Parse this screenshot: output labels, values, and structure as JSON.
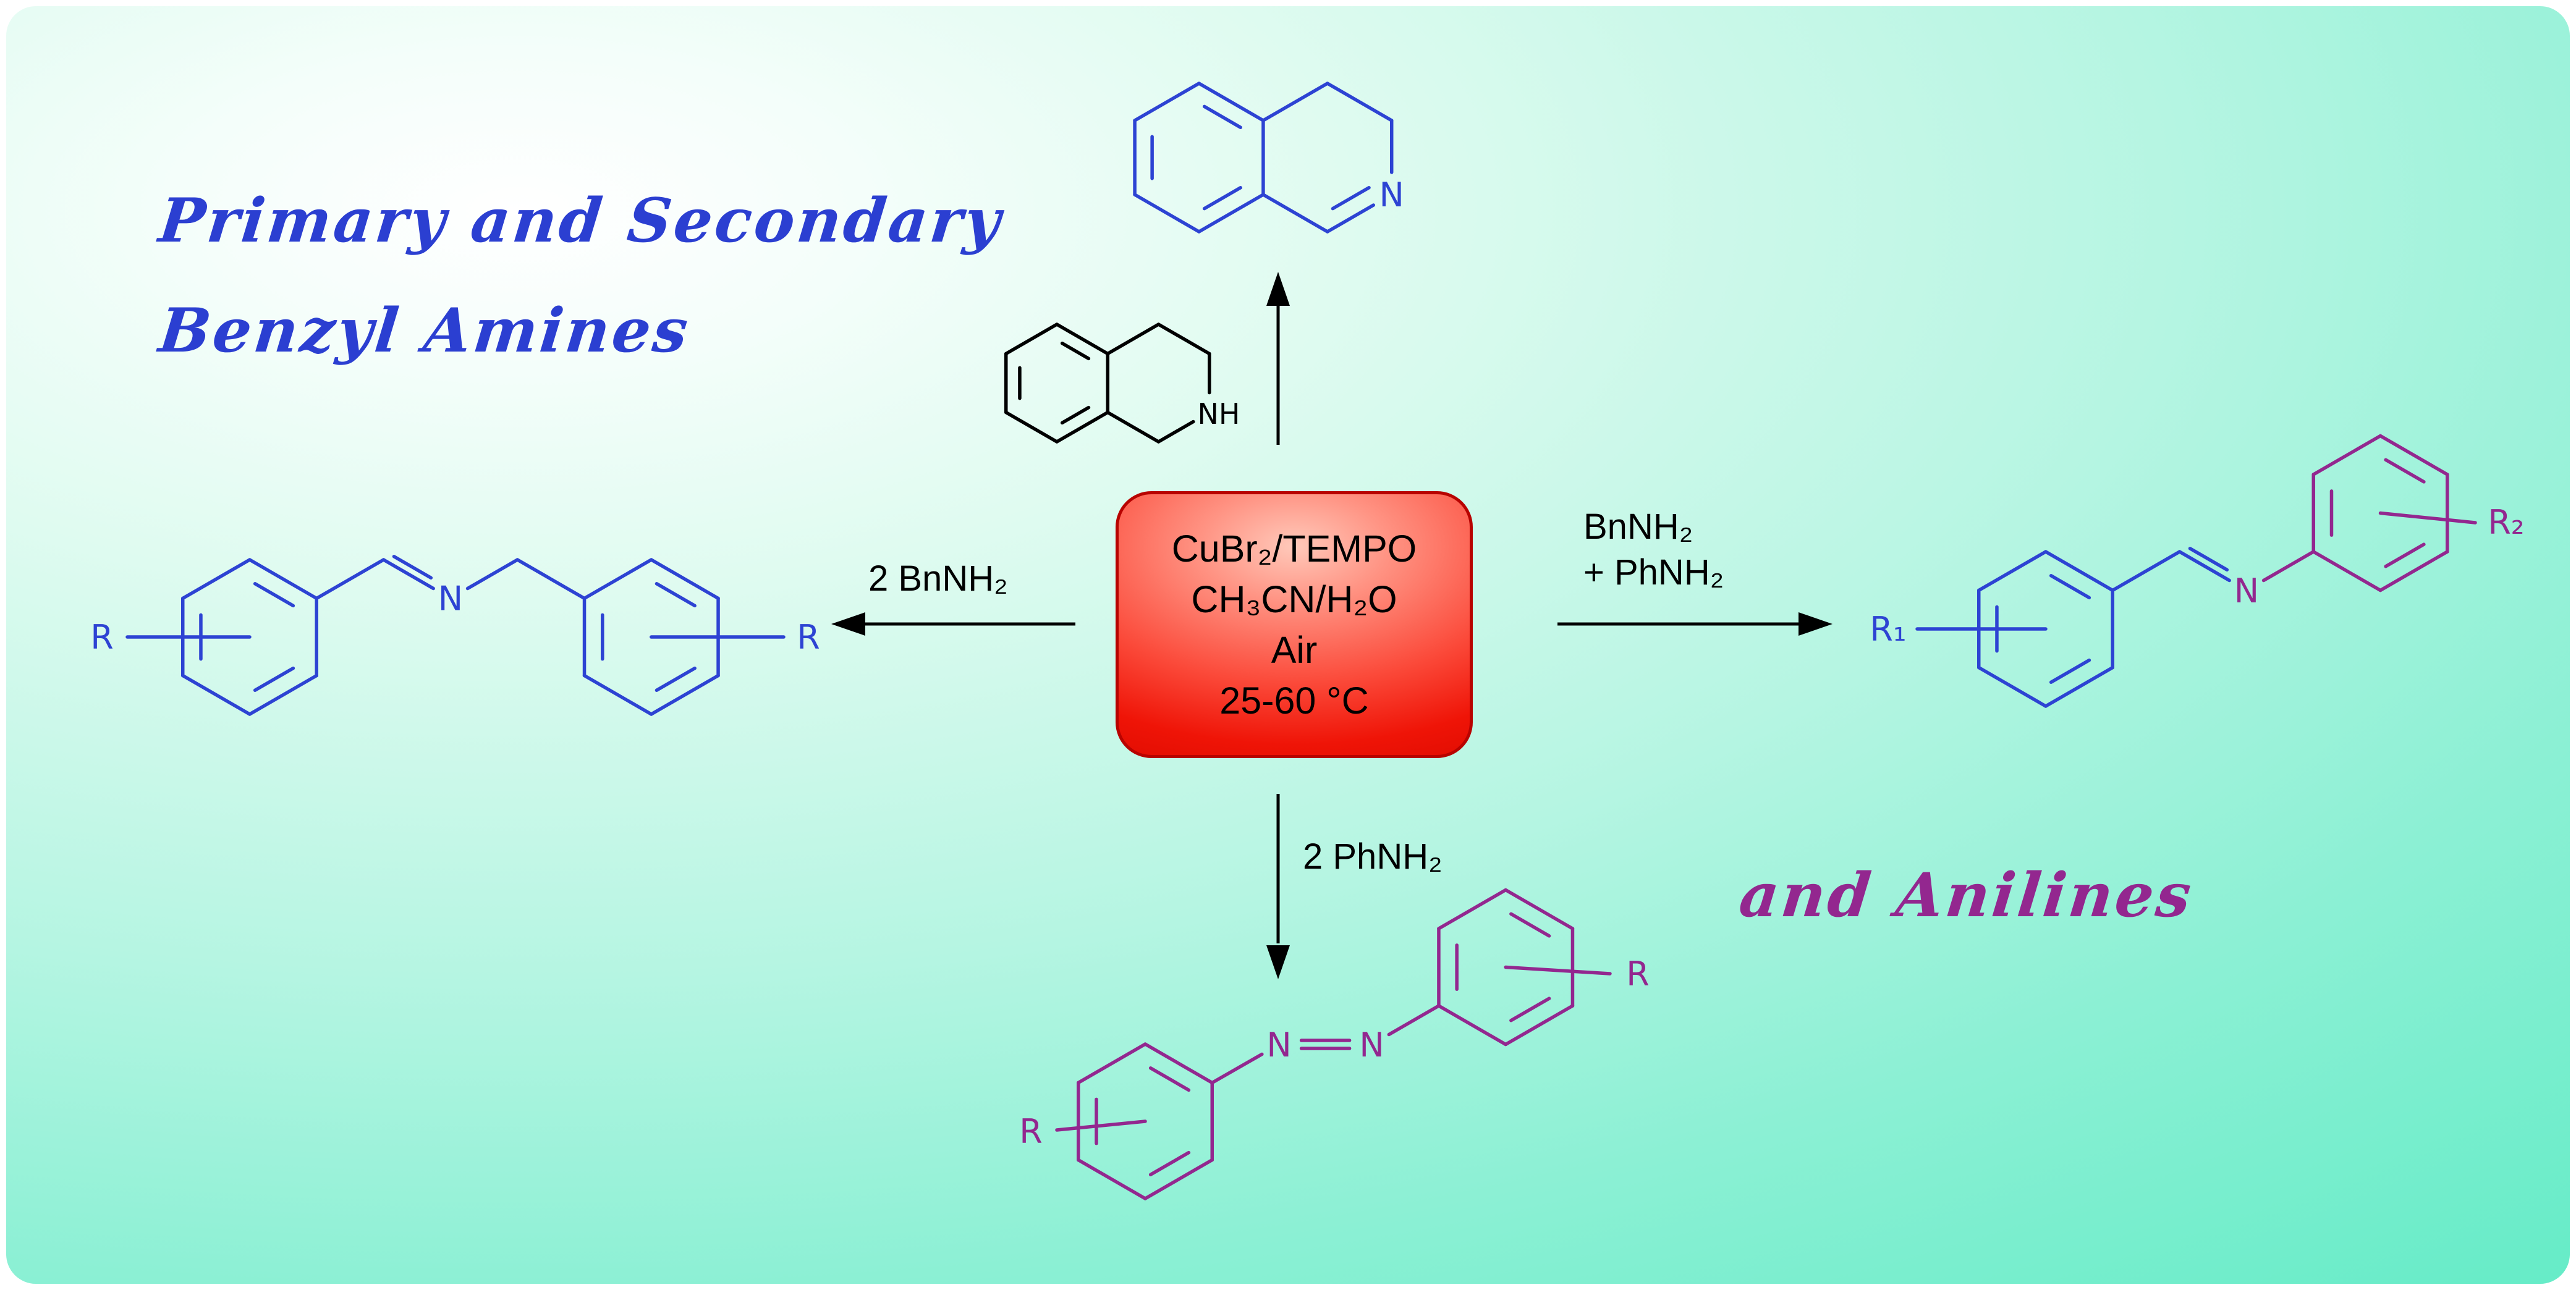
{
  "colors": {
    "blue": "#2d43d3",
    "purple": "#93278f",
    "black": "#000000",
    "title_blue": "#2b3fd1",
    "title_purple": "#93278f",
    "box_red": "#ee1c0f",
    "box_border_red": "#b80300",
    "background_teal": "#5ce9c2",
    "arrow_black": "#000000"
  },
  "titles": {
    "benzyl_line1": "Primary and Secondary",
    "benzyl_line2": "Benzyl Amines",
    "anilines": "and Anilines"
  },
  "reaction_box": {
    "line1": "CuBr₂/TEMPO",
    "line2": "CH₃CN/H₂O",
    "line3": "Air",
    "line4": "25-60 °C"
  },
  "arrow_labels": {
    "left": "2 BnNH₂",
    "right_line1": "BnNH₂",
    "right_line2": "+ PhNH₂",
    "down": "2 PhNH₂"
  },
  "structures": {
    "dihydroisoquinoline": {
      "n_label": "N"
    },
    "tetrahydroisoquinoline": {
      "nh_label": "NH"
    },
    "dibenzylimine": {
      "r_left": "R",
      "n_label": "N",
      "r_right": "R"
    },
    "benzylideneaniline": {
      "r1_label": "R₁",
      "n_label": "N",
      "r2_label": "R₂"
    },
    "azobenzene": {
      "r_left": "R",
      "n1_label": "N",
      "n2_label": "N",
      "r_right": "R"
    }
  }
}
